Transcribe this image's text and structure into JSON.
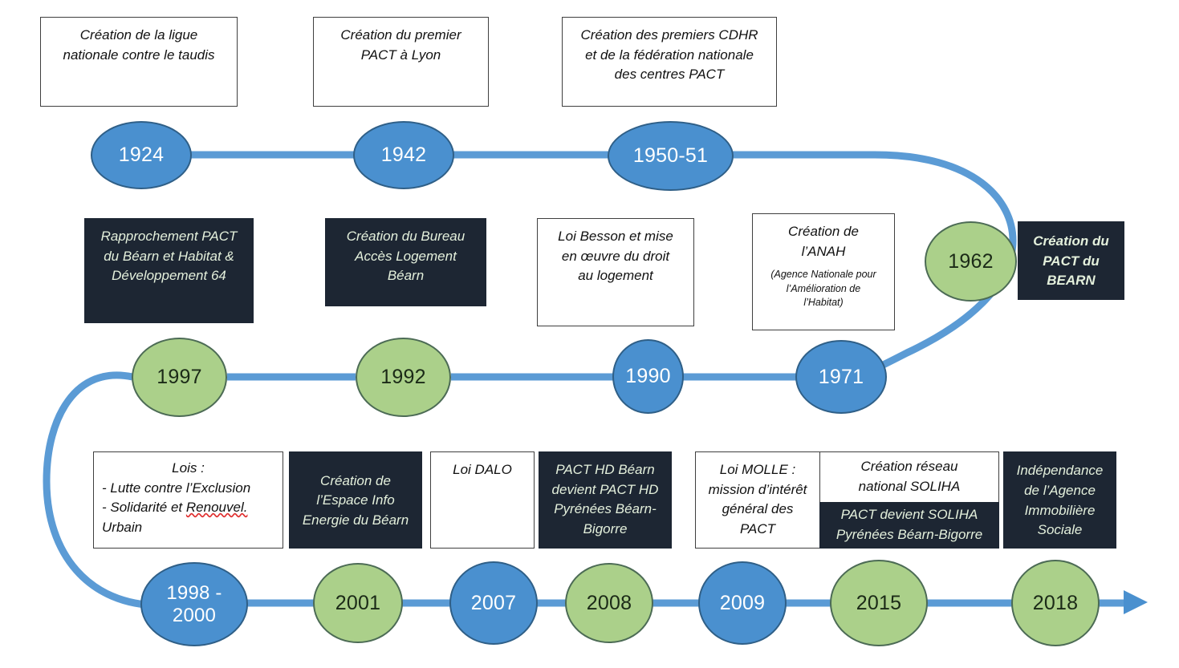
{
  "meta": {
    "title": "Frise chronologique SOLIHA / PACT du Béarn",
    "colors": {
      "blue_fill": "#4a90cf",
      "blue_stroke": "#2f5f87",
      "green_fill": "#abd08a",
      "green_stroke": "#4c6b55",
      "dark_box": "#1d2633",
      "dark_box_text": "#e4f0dc",
      "line": "#5b9bd5"
    }
  },
  "timeline": {
    "row1": [
      {
        "id": "1924",
        "label": "1924",
        "style": "blue"
      },
      {
        "id": "1942",
        "label": "1942",
        "style": "blue"
      },
      {
        "id": "1950-51",
        "label": "1950-51",
        "style": "blue"
      }
    ],
    "turn_right": {
      "id": "1962",
      "label": "1962",
      "style": "green"
    },
    "row2": [
      {
        "id": "1997",
        "label": "1997",
        "style": "green"
      },
      {
        "id": "1992",
        "label": "1992",
        "style": "green"
      },
      {
        "id": "1990",
        "label": "1990",
        "style": "blue"
      },
      {
        "id": "1971",
        "label": "1971",
        "style": "blue"
      }
    ],
    "row3": [
      {
        "id": "1998-2000",
        "label": "1998 -\n2000",
        "style": "blue"
      },
      {
        "id": "2001",
        "label": "2001",
        "style": "green"
      },
      {
        "id": "2007",
        "label": "2007",
        "style": "blue"
      },
      {
        "id": "2008",
        "label": "2008",
        "style": "green"
      },
      {
        "id": "2009",
        "label": "2009",
        "style": "blue"
      },
      {
        "id": "2015",
        "label": "2015",
        "style": "green"
      },
      {
        "id": "2018",
        "label": "2018",
        "style": "green"
      }
    ]
  },
  "boxes": {
    "b1924": {
      "lines": [
        "Création de la ligue",
        "nationale contre le taudis"
      ],
      "theme": "light"
    },
    "b1942": {
      "lines": [
        "Création du premier",
        "PACT à Lyon"
      ],
      "theme": "light"
    },
    "b1950": {
      "lines": [
        "Création des premiers CDHR",
        "et de la fédération nationale",
        "des centres PACT"
      ],
      "theme": "light"
    },
    "b1997": {
      "lines": [
        "Rapprochement PACT",
        "du Béarn et Habitat &",
        "Développement 64"
      ],
      "theme": "dark"
    },
    "b1992": {
      "lines": [
        "Création du Bureau",
        "Accès Logement",
        "Béarn"
      ],
      "theme": "dark"
    },
    "b1990": {
      "lines": [
        "Loi Besson et mise",
        "en œuvre du droit",
        "au logement"
      ],
      "theme": "light"
    },
    "b1971": {
      "lines": [
        "Création de",
        "l’ANAH"
      ],
      "small": [
        "(Agence Nationale pour",
        "l’Amélioration de",
        "l’Habitat)"
      ],
      "theme": "light"
    },
    "b1962": {
      "lines": [
        "Création du",
        "PACT du",
        "BEARN"
      ],
      "theme": "dark",
      "bold": true
    },
    "b1998": {
      "theme": "light",
      "title": "Lois :",
      "items": [
        "-  Lutte contre l’Exclusion",
        "- Solidarité et Renouvel.",
        "Urbain"
      ],
      "misspelled": "Renouvel."
    },
    "b2001": {
      "lines": [
        "Création de",
        "l’Espace Info",
        "Energie du Béarn"
      ],
      "theme": "dark"
    },
    "b2007": {
      "lines": [
        "Loi DALO"
      ],
      "theme": "light"
    },
    "b2008": {
      "lines": [
        "PACT HD Béarn",
        "devient PACT HD",
        "Pyrénées Béarn-",
        "Bigorre"
      ],
      "theme": "dark"
    },
    "b2009": {
      "lines": [
        "Loi MOLLE :",
        "mission d’intérêt",
        "général des",
        "PACT"
      ],
      "theme": "light"
    },
    "b2015_top": {
      "lines": [
        "Création réseau",
        "national SOLIHA"
      ],
      "theme": "light"
    },
    "b2015_bottom": {
      "lines": [
        "PACT devient SOLIHA",
        "Pyrénées Béarn-Bigorre"
      ],
      "theme": "dark"
    },
    "b2018": {
      "lines": [
        "Indépendance",
        "de l’Agence",
        "Immobilière",
        "Sociale"
      ],
      "theme": "dark"
    }
  },
  "end_arrow": {
    "name": "timeline-end-arrow"
  }
}
